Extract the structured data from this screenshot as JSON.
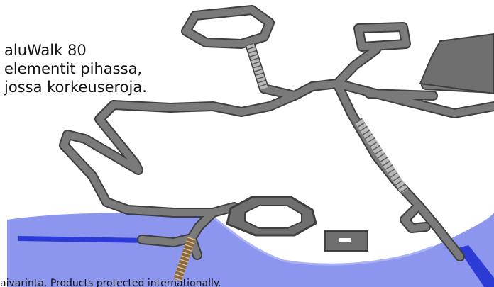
{
  "caption": {
    "line1": "aluWalk 80",
    "line2": "elementit pihassa,",
    "line3": "jossa korkeuseroja."
  },
  "footer": {
    "text": "aivarinta. Products protected internationally."
  },
  "colors": {
    "walkway": "#6f6f6f",
    "walkway_edge": "#3f3f3f",
    "water": "#8c96ee",
    "water_ramp": "#2c3bd6",
    "stairs": "#b9b9b9",
    "wood_stairs": "#8a6a3c"
  }
}
